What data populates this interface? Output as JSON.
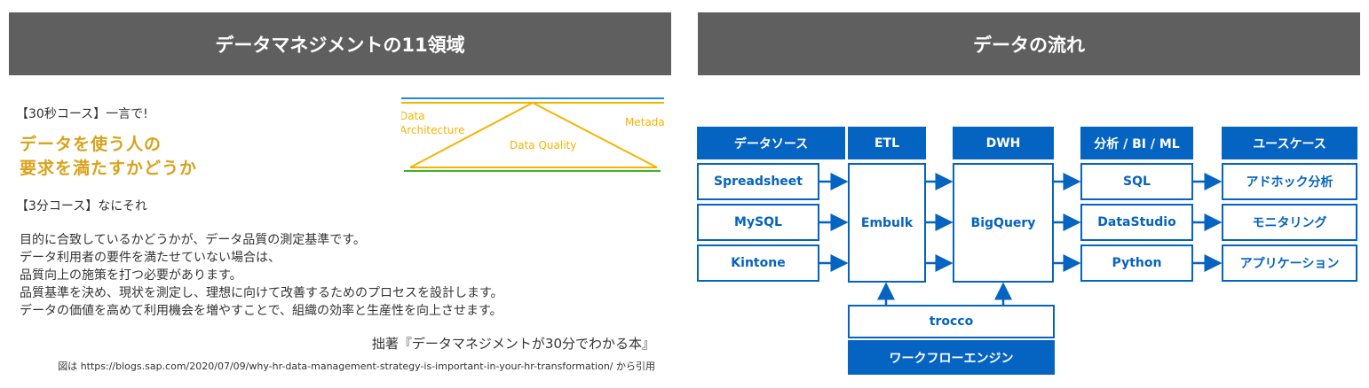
{
  "left_panel": {
    "title": "データマネジメントの11領域",
    "course30_label": "【30秒コース】一言で!",
    "summary_lines": [
      "データを使う人の",
      "要求を満たすかどうか"
    ],
    "course3_label": "【3分コース】なにそれ",
    "body_lines": [
      "目的に合致しているかどうかが、データ品質の測定基準です。",
      "データ利用者の要件を満たせていない場合は、",
      "品質向上の施策を打つ必要があります。",
      "品質基準を決め、現状を測定し、理想に向けて改善するためのプロセスを設計します。",
      "データの価値を高めて利用機会を増やすことで、組織の効率と生産性を向上させます。"
    ],
    "citation": "拙著『データマネジメントが30分でわかる本』",
    "figure_prefix": "図は",
    "figure_link": "https://blogs.sap.com/2020/07/09/why-hr-data-management-strategy-is-important-in-your-hr-transformation/",
    "figure_suffix": "から引用",
    "figure_labels": {
      "left": "Data\nArchitecture",
      "center": "Data Quality",
      "right": "Metada"
    }
  },
  "right_panel": {
    "title": "データの流れ",
    "columns": {
      "sources": "データソース",
      "etl": "ETL",
      "dwh": "DWH",
      "analytics": "分析 / BI / ML",
      "usecases": "ユースケース"
    },
    "sources": [
      "Spreadsheet",
      "MySQL",
      "Kintone"
    ],
    "etl_tool": "Embulk",
    "dwh_tool": "BigQuery",
    "analytics_tools": [
      "SQL",
      "DataStudio",
      "Python"
    ],
    "usecases": [
      "アドホック分析",
      "モニタリング",
      "アプリケーション"
    ],
    "workflow_tool": "trocco",
    "workflow_label": "ワークフローエンジン"
  },
  "colors": {
    "header": "#5f5f5f",
    "accent": "#0563c1",
    "gold": "#d9a21b"
  }
}
